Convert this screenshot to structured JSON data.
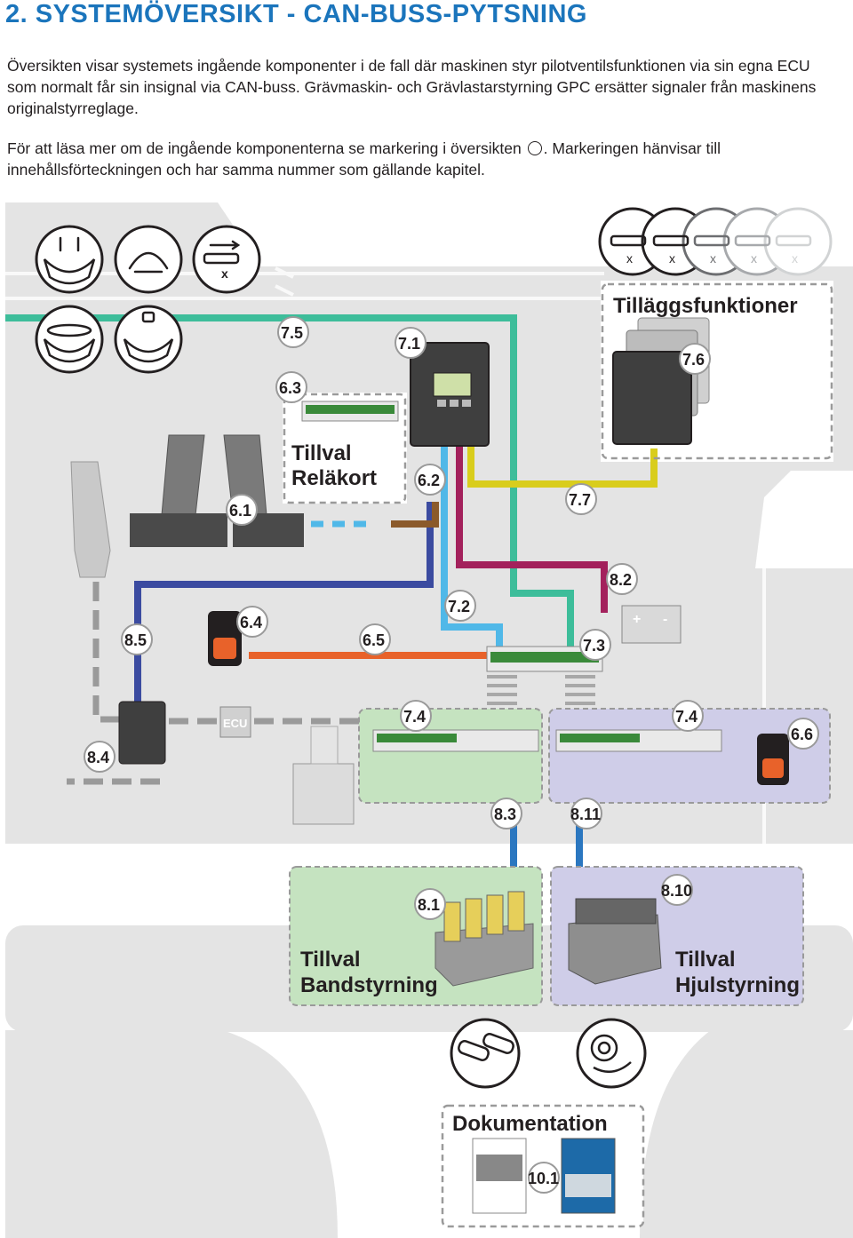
{
  "header": {
    "title": "2.  SYSTEMÖVERSIKT - CAN-BUSS-PYTSNING"
  },
  "intro": {
    "paragraph1": "Översikten visar systemets ingående komponenter i de fall där maskinen styr pilotventilsfunktionen via sin egna ECU som normalt får sin insignal via CAN-buss. Grävmaskin- och Grävlastarstyrning GPC ersätter signaler från maskinens originalstyrreglage.",
    "paragraph2_before": "För att läsa mer om de ingående komponenterna se markering i översikten",
    "paragraph2_after": ". Markeringen hänvisar till innehållsförteckningen och har samma nummer som gällande kapitel."
  },
  "diagram": {
    "option_boxes": {
      "additional_functions": "Tilläggsfunktioner",
      "relay_card_line1": "Tillval",
      "relay_card_line2": "Reläkort",
      "track_control_line1": "Tillval",
      "track_control_line2": "Bandstyrning",
      "wheel_control_line1": "Tillval",
      "wheel_control_line2": "Hjulstyrning",
      "documentation": "Dokumentation"
    },
    "ecu_label": "ECU",
    "battery_plus": "+",
    "battery_minus": "-",
    "cylinder_marks": [
      "x",
      "x",
      "x",
      "x",
      "x",
      "x"
    ],
    "callouts": {
      "c_7_5": "7.5",
      "c_7_1": "7.1",
      "c_7_6": "7.6",
      "c_6_3": "6.3",
      "c_6_2": "6.2",
      "c_7_7": "7.7",
      "c_6_1": "6.1",
      "c_8_2": "8.2",
      "c_7_2": "7.2",
      "c_6_4": "6.4",
      "c_8_5": "8.5",
      "c_6_5": "6.5",
      "c_7_3": "7.3",
      "c_7_4a": "7.4",
      "c_7_4b": "7.4",
      "c_6_6": "6.6",
      "c_8_4": "8.4",
      "c_8_3": "8.3",
      "c_8_11": "8.11",
      "c_8_1": "8.1",
      "c_8_10": "8.10",
      "c_10_1": "10.1"
    },
    "colors": {
      "teal": "#3dbd9a",
      "yellow": "#d9cd1c",
      "magenta": "#a3215c",
      "navy": "#3b4ba0",
      "orange": "#e8622a",
      "lightblue": "#50b8e8",
      "brown": "#8b5a2b",
      "blue": "#2b77c0",
      "dashgray": "#9a9a9a",
      "machine": "#e4e4e4",
      "green_zone": "#c5e3c0",
      "purple_zone": "#cfcde8"
    }
  }
}
